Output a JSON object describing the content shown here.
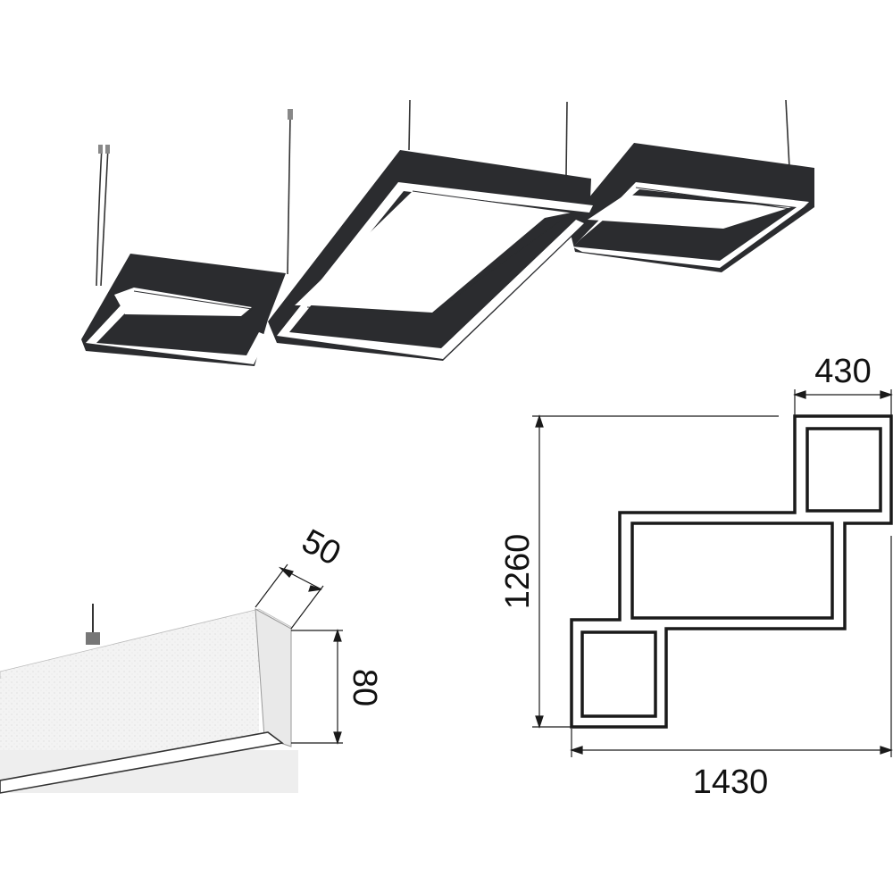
{
  "product_view": {
    "fixture_color": "#2b2c2f",
    "diffuser_color": "#ffffff",
    "suspension_cable_count": 6
  },
  "plan_view": {
    "width_dimension": "1430",
    "height_dimension": "1260",
    "module_dimension": "430"
  },
  "profile_view": {
    "profile_width_dimension": "50",
    "profile_height_dimension": "80"
  }
}
